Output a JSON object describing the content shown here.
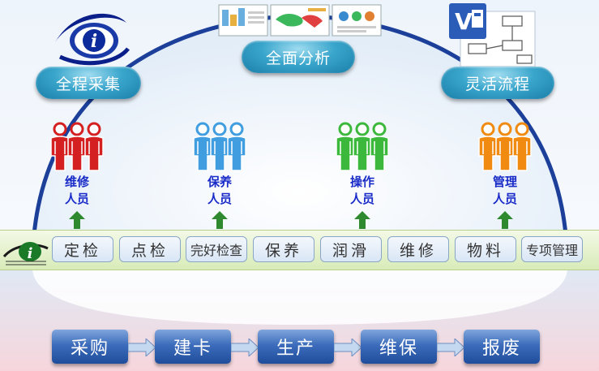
{
  "top": {
    "left_label": "全程采集",
    "center_label": "全面分析",
    "right_label": "灵活流程",
    "left_icon": "info-logo-icon",
    "center_icon": "dashboard-thumbnails",
    "right_icon": "visio-flowchart-icon"
  },
  "roles": [
    {
      "line1": "维修",
      "line2": "人员",
      "color": "#d42020"
    },
    {
      "line1": "保养",
      "line2": "人员",
      "color": "#3f9de0"
    },
    {
      "line1": "操作",
      "line2": "人员",
      "color": "#3cb83c"
    },
    {
      "line1": "管理",
      "line2": "人员",
      "color": "#f08a10"
    }
  ],
  "tasks": [
    "定检",
    "点检",
    "完好检查",
    "保养",
    "润滑",
    "维修",
    "物料",
    "专项管理"
  ],
  "process": [
    "采购",
    "建卡",
    "生产",
    "维保",
    "报废"
  ],
  "colors": {
    "role_text": "#1a2cc8",
    "arrow_green": "#2f8a2f"
  }
}
